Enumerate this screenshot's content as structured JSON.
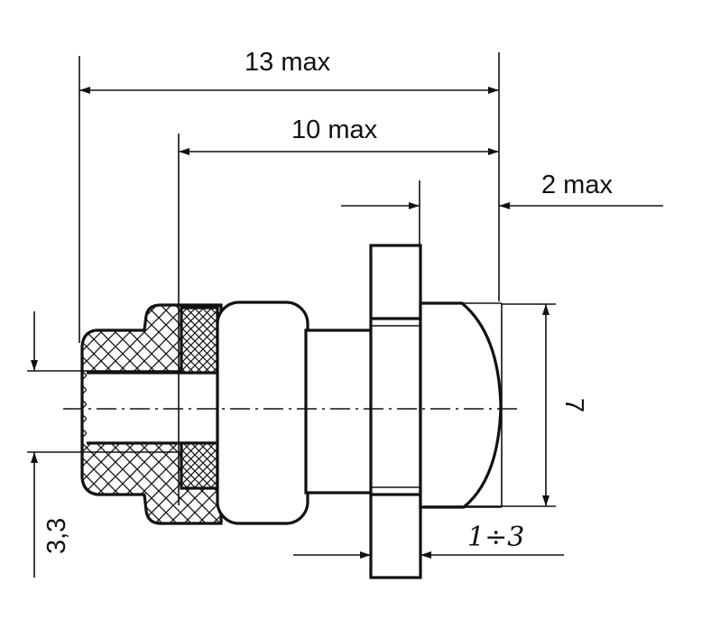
{
  "dimensions": {
    "overall_length": "13 max",
    "body_length": "10 max",
    "lens_offset": "2 max",
    "lens_diameter": "7",
    "bore_diameter": "3,3",
    "panel_thickness": "1÷3"
  },
  "colors": {
    "line": "#111111",
    "background": "#ffffff"
  }
}
